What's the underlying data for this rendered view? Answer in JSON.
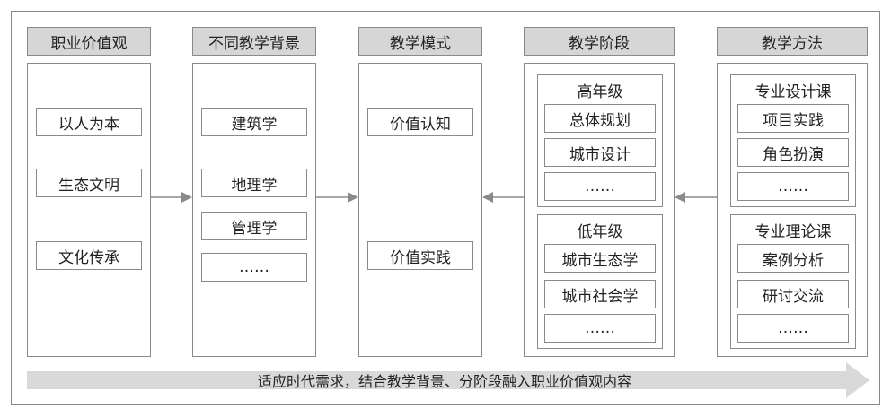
{
  "columns": [
    {
      "header": "职业价值观",
      "items": [
        "以人为本",
        "生态文明",
        "文化传承"
      ]
    },
    {
      "header": "不同教学背景",
      "items": [
        "建筑学",
        "地理学",
        "管理学",
        "……"
      ]
    },
    {
      "header": "教学模式",
      "items": [
        "价值认知",
        "价值实践"
      ]
    },
    {
      "header": "教学阶段",
      "groups": [
        {
          "title": "高年级",
          "items": [
            "总体规划",
            "城市设计",
            "……"
          ]
        },
        {
          "title": "低年级",
          "items": [
            "城市生态学",
            "城市社会学",
            "……"
          ]
        }
      ]
    },
    {
      "header": "教学方法",
      "groups": [
        {
          "title": "专业设计课",
          "items": [
            "项目实践",
            "角色扮演",
            "……"
          ]
        },
        {
          "title": "专业理论课",
          "items": [
            "案例分析",
            "研讨交流",
            "……"
          ]
        }
      ]
    }
  ],
  "banner": "适应时代需求，结合教学背景、分阶段融入职业价值观内容",
  "colors": {
    "border": "#8a8a8a",
    "header_fill": "#d6d6d6",
    "arrow": "#8a8a8a",
    "banner_fill": "#d9d9d9"
  }
}
